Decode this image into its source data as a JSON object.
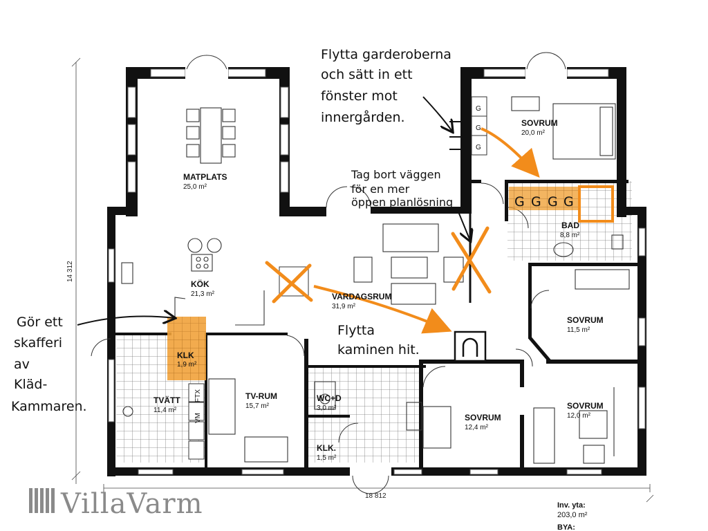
{
  "rooms": {
    "matplats": {
      "label": "MATPLATS",
      "area": "25,0 m²"
    },
    "kok": {
      "label": "KÖK",
      "area": "21,3 m²"
    },
    "vardagsrum": {
      "label": "VARDAGSRUM",
      "area": "31,9 m²"
    },
    "sovrum_master": {
      "label": "SOVRUM",
      "area": "20,0 m²"
    },
    "bad": {
      "label": "BAD",
      "area": "8,8 m²"
    },
    "sovrum_e": {
      "label": "SOVRUM",
      "area": "11,5 m²"
    },
    "sovrum_se": {
      "label": "SOVRUM",
      "area": "12,0 m²"
    },
    "sovrum_s": {
      "label": "SOVRUM",
      "area": "12,4 m²"
    },
    "klk_1": {
      "label": "KLK",
      "area": "1,9 m²"
    },
    "tvatt": {
      "label": "TVÄTT",
      "area": "11,4 m²"
    },
    "tvrum": {
      "label": "TV-RUM",
      "area": "15,7 m²"
    },
    "wcd": {
      "label": "WC+D",
      "area": "3,0 m²"
    },
    "klk_2": {
      "label": "KLK.",
      "area": "1,5 m²"
    }
  },
  "notes": {
    "wardrobe": [
      "Flytta garderoberna",
      "och sätt in ett",
      "fönster mot",
      "innergården."
    ],
    "wall": [
      "Tag bort väggen",
      "för en mer",
      "öppen planlösning"
    ],
    "fireplace": [
      "Flytta",
      "kaminen hit."
    ],
    "pantry": [
      "Gör ett",
      "skafferi",
      "av",
      "Kläd-",
      "Kammaren."
    ]
  },
  "dimensions": {
    "width": "18 812",
    "height": "14 312"
  },
  "footer": {
    "inv_label": "Inv. yta:",
    "inv_value": "203,0 m²",
    "bya_label": "BYA:"
  },
  "logo": "VillaVarm",
  "fixtures": {
    "ftx": "FTX",
    "wardrobe_mark": "G",
    "bath_mark": "G",
    "wm": "VM"
  },
  "colors": {
    "wall": "#111111",
    "annotation": "#f28c1b",
    "tile": "#777777"
  }
}
